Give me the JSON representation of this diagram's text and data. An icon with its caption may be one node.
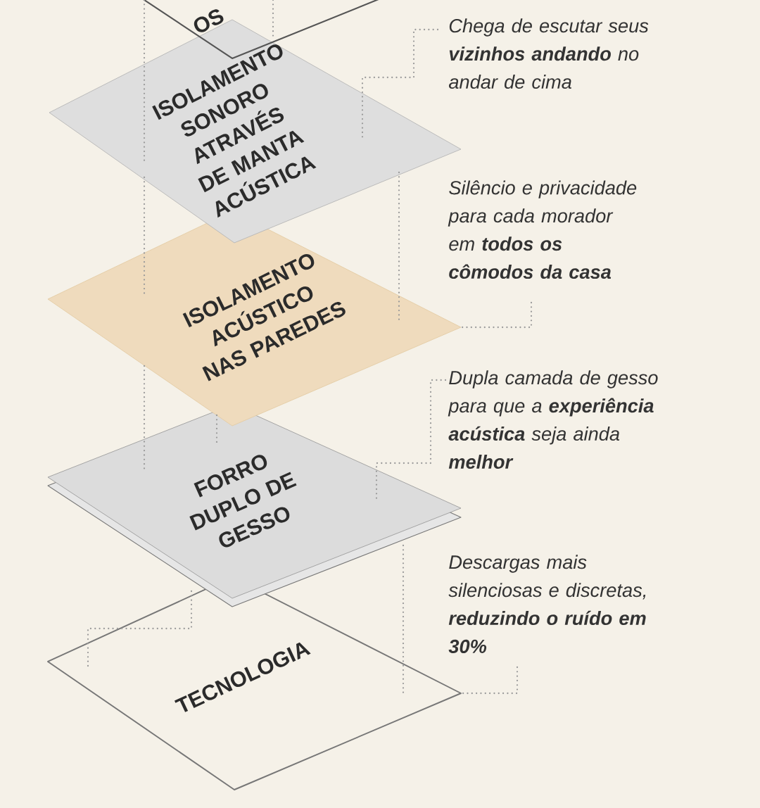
{
  "diagram": {
    "nodes": [
      {
        "text": [
          "OS"
        ]
      },
      {
        "text": [
          "ISOLAMENTO SONORO ATRAVÉS DE MANTA ACÚSTICA"
        ]
      },
      {
        "text": [
          "ISOLAMENTO ACÚSTICO NAS PAREDES"
        ]
      },
      {
        "text": [
          "FORRO DUPLO DE GESSO"
        ]
      },
      {
        "text": [
          "TECNOLOGIA"
        ]
      },
      {
        "text": [
          "Chega de escutar seus **vizinhos andando** no andar de cima"
        ]
      },
      {
        "text": [
          "Silêncio e privacidade para cada morador em **todos os cômodos da casa**"
        ]
      },
      {
        "text": [
          "Dupla camada de gesso para que a **experiência acústica** seja ainda **melhor**"
        ]
      },
      {
        "text": [
          "Descargas mais silenciosas e discretas, **reduzindo o ruído em 30%**"
        ]
      }
    ],
    "edges": [
      {
        "from": 5,
        "to": 1,
        "arrow": "none"
      },
      {
        "from": 6,
        "to": 2,
        "arrow": "none"
      },
      {
        "from": 7,
        "to": 3,
        "arrow": "none"
      },
      {
        "from": 8,
        "to": 4,
        "arrow": "none"
      },
      {
        "from": 0,
        "to": 1,
        "arrow": "none"
      },
      {
        "from": 0,
        "to": 1,
        "arrow": "none"
      },
      {
        "from": 1,
        "to": 2,
        "arrow": "none"
      },
      {
        "from": 1,
        "to": 2,
        "arrow": "none"
      },
      {
        "from": 2,
        "to": 3,
        "arrow": "none"
      },
      {
        "from": 2,
        "to": 3,
        "arrow": "none"
      },
      {
        "from": 3,
        "to": 4,
        "arrow": "none"
      },
      {
        "from": 3,
        "to": 4,
        "arrow": "none"
      }
    ]
  }
}
